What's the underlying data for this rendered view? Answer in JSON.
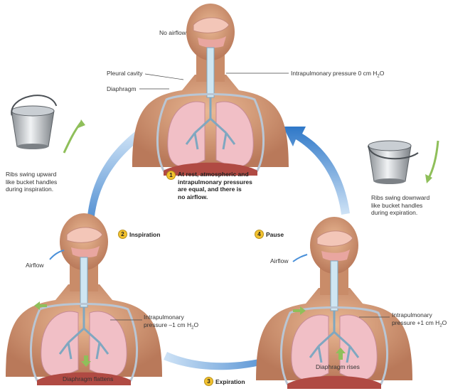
{
  "top": {
    "airflow_label": "No airflow",
    "pleural_label": "Pleural cavity",
    "diaphragm_label": "Diaphragm",
    "pressure_label": "Intrapulmonary pressure 0 cm H",
    "pressure_sub": "2",
    "pressure_suffix": "O"
  },
  "step1": {
    "number": "1",
    "text": "At rest, atmospheric and\nintrapulmonary pressures\nare equal, and there is\nno airflow."
  },
  "step2": {
    "number": "2",
    "text": "Inspiration"
  },
  "step3": {
    "number": "3",
    "text": "Expiration"
  },
  "step4": {
    "number": "4",
    "text": "Pause"
  },
  "left_bucket": {
    "caption": "Ribs swing upward\nlike bucket handles\nduring inspiration."
  },
  "right_bucket": {
    "caption": "Ribs swing downward\nlike bucket handles\nduring expiration."
  },
  "left_torso": {
    "airflow_label": "Airflow",
    "pressure_label": "Intrapulmonary\npressure –1 cm H",
    "pressure_sub": "2",
    "pressure_suffix": "O",
    "diaphragm_label": "Diaphragm flattens"
  },
  "right_torso": {
    "airflow_label": "Airflow",
    "pressure_label": "Intrapulmonary\npressure +1 cm H",
    "pressure_sub": "2",
    "pressure_suffix": "O",
    "diaphragm_label": "Diaphragm rises"
  },
  "colors": {
    "skin": "#d9a27e",
    "lung": "#f1bfc6",
    "arrow": "#4a90d9",
    "green": "#8fbf5a",
    "badge": "#f2c230"
  }
}
